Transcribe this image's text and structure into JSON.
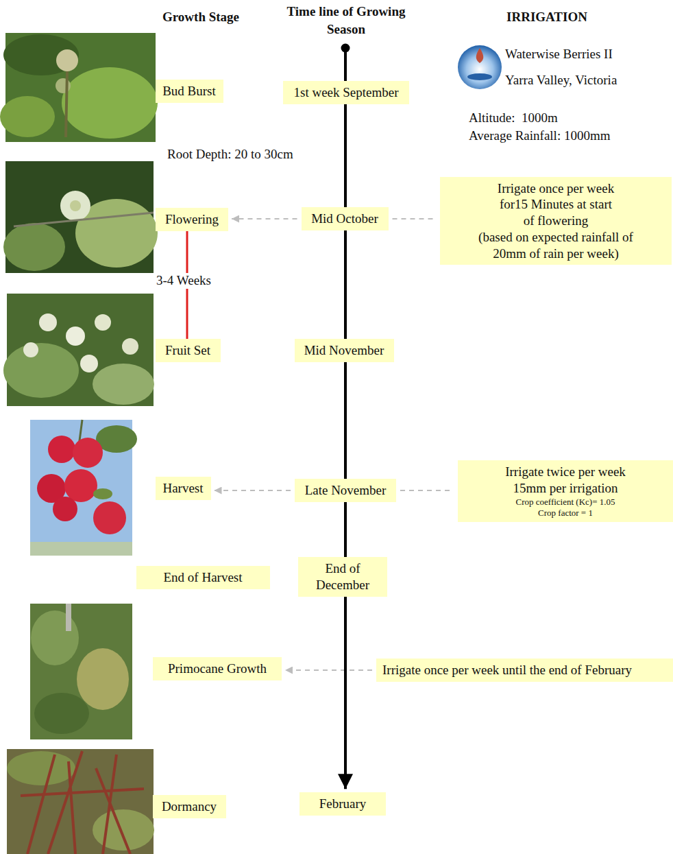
{
  "diagram": {
    "nodes": [
      {
        "text": [
          "Bud Burst"
        ]
      },
      {
        "text": [
          "1st week September"
        ]
      },
      {
        "text": [
          "Flowering"
        ]
      },
      {
        "text": [
          "Mid October"
        ]
      },
      {
        "text": [
          "Irrigate once per week for15 Minutes at start of flowering",
          "(based on expected rainfall of 20mm of rain per week)"
        ]
      },
      {
        "text": [
          "Fruit Set"
        ]
      },
      {
        "text": [
          "Mid November"
        ]
      },
      {
        "text": [
          "Harvest"
        ]
      },
      {
        "text": [
          "Late November"
        ]
      },
      {
        "text": [
          "Irrigate twice per week",
          "15mm per irrigation",
          "Crop coefficient (Kc)= 1.05",
          "Crop factor = 1"
        ]
      },
      {
        "text": [
          "End of Harvest"
        ]
      },
      {
        "text": [
          "End of December"
        ]
      },
      {
        "text": [
          "Primocane Growth"
        ]
      },
      {
        "text": [
          "Irrigate once per week until the end of February"
        ]
      },
      {
        "text": [
          "Dormancy"
        ]
      },
      {
        "text": [
          "February"
        ]
      }
    ],
    "edges": [
      {
        "from": 3,
        "to": 2,
        "arrow": "to"
      },
      {
        "from": 3,
        "to": 4,
        "arrow": "none"
      },
      {
        "from": 8,
        "to": 7,
        "arrow": "to"
      },
      {
        "from": 8,
        "to": 9,
        "arrow": "none"
      },
      {
        "from": 13,
        "to": 12,
        "arrow": "to"
      },
      {
        "from": 2,
        "to": 5,
        "label": "3-4 Weeks",
        "arrow": "none"
      },
      {
        "from": 1,
        "to": 3,
        "arrow": "none"
      },
      {
        "from": 3,
        "to": 6,
        "arrow": "none"
      },
      {
        "from": 6,
        "to": 8,
        "arrow": "none"
      },
      {
        "from": 8,
        "to": 11,
        "arrow": "none"
      },
      {
        "from": 11,
        "to": 15,
        "arrow": "to"
      }
    ],
    "labels": [
      "Growth Stage",
      "Time line of Growing Season",
      "IRRIGATION",
      "Waterwise Berries II",
      "Yarra Valley, Victoria",
      "Altitude:  1000m",
      "Average Rainfall: 1000mm",
      "Root Depth: 20 to 30cm"
    ]
  }
}
